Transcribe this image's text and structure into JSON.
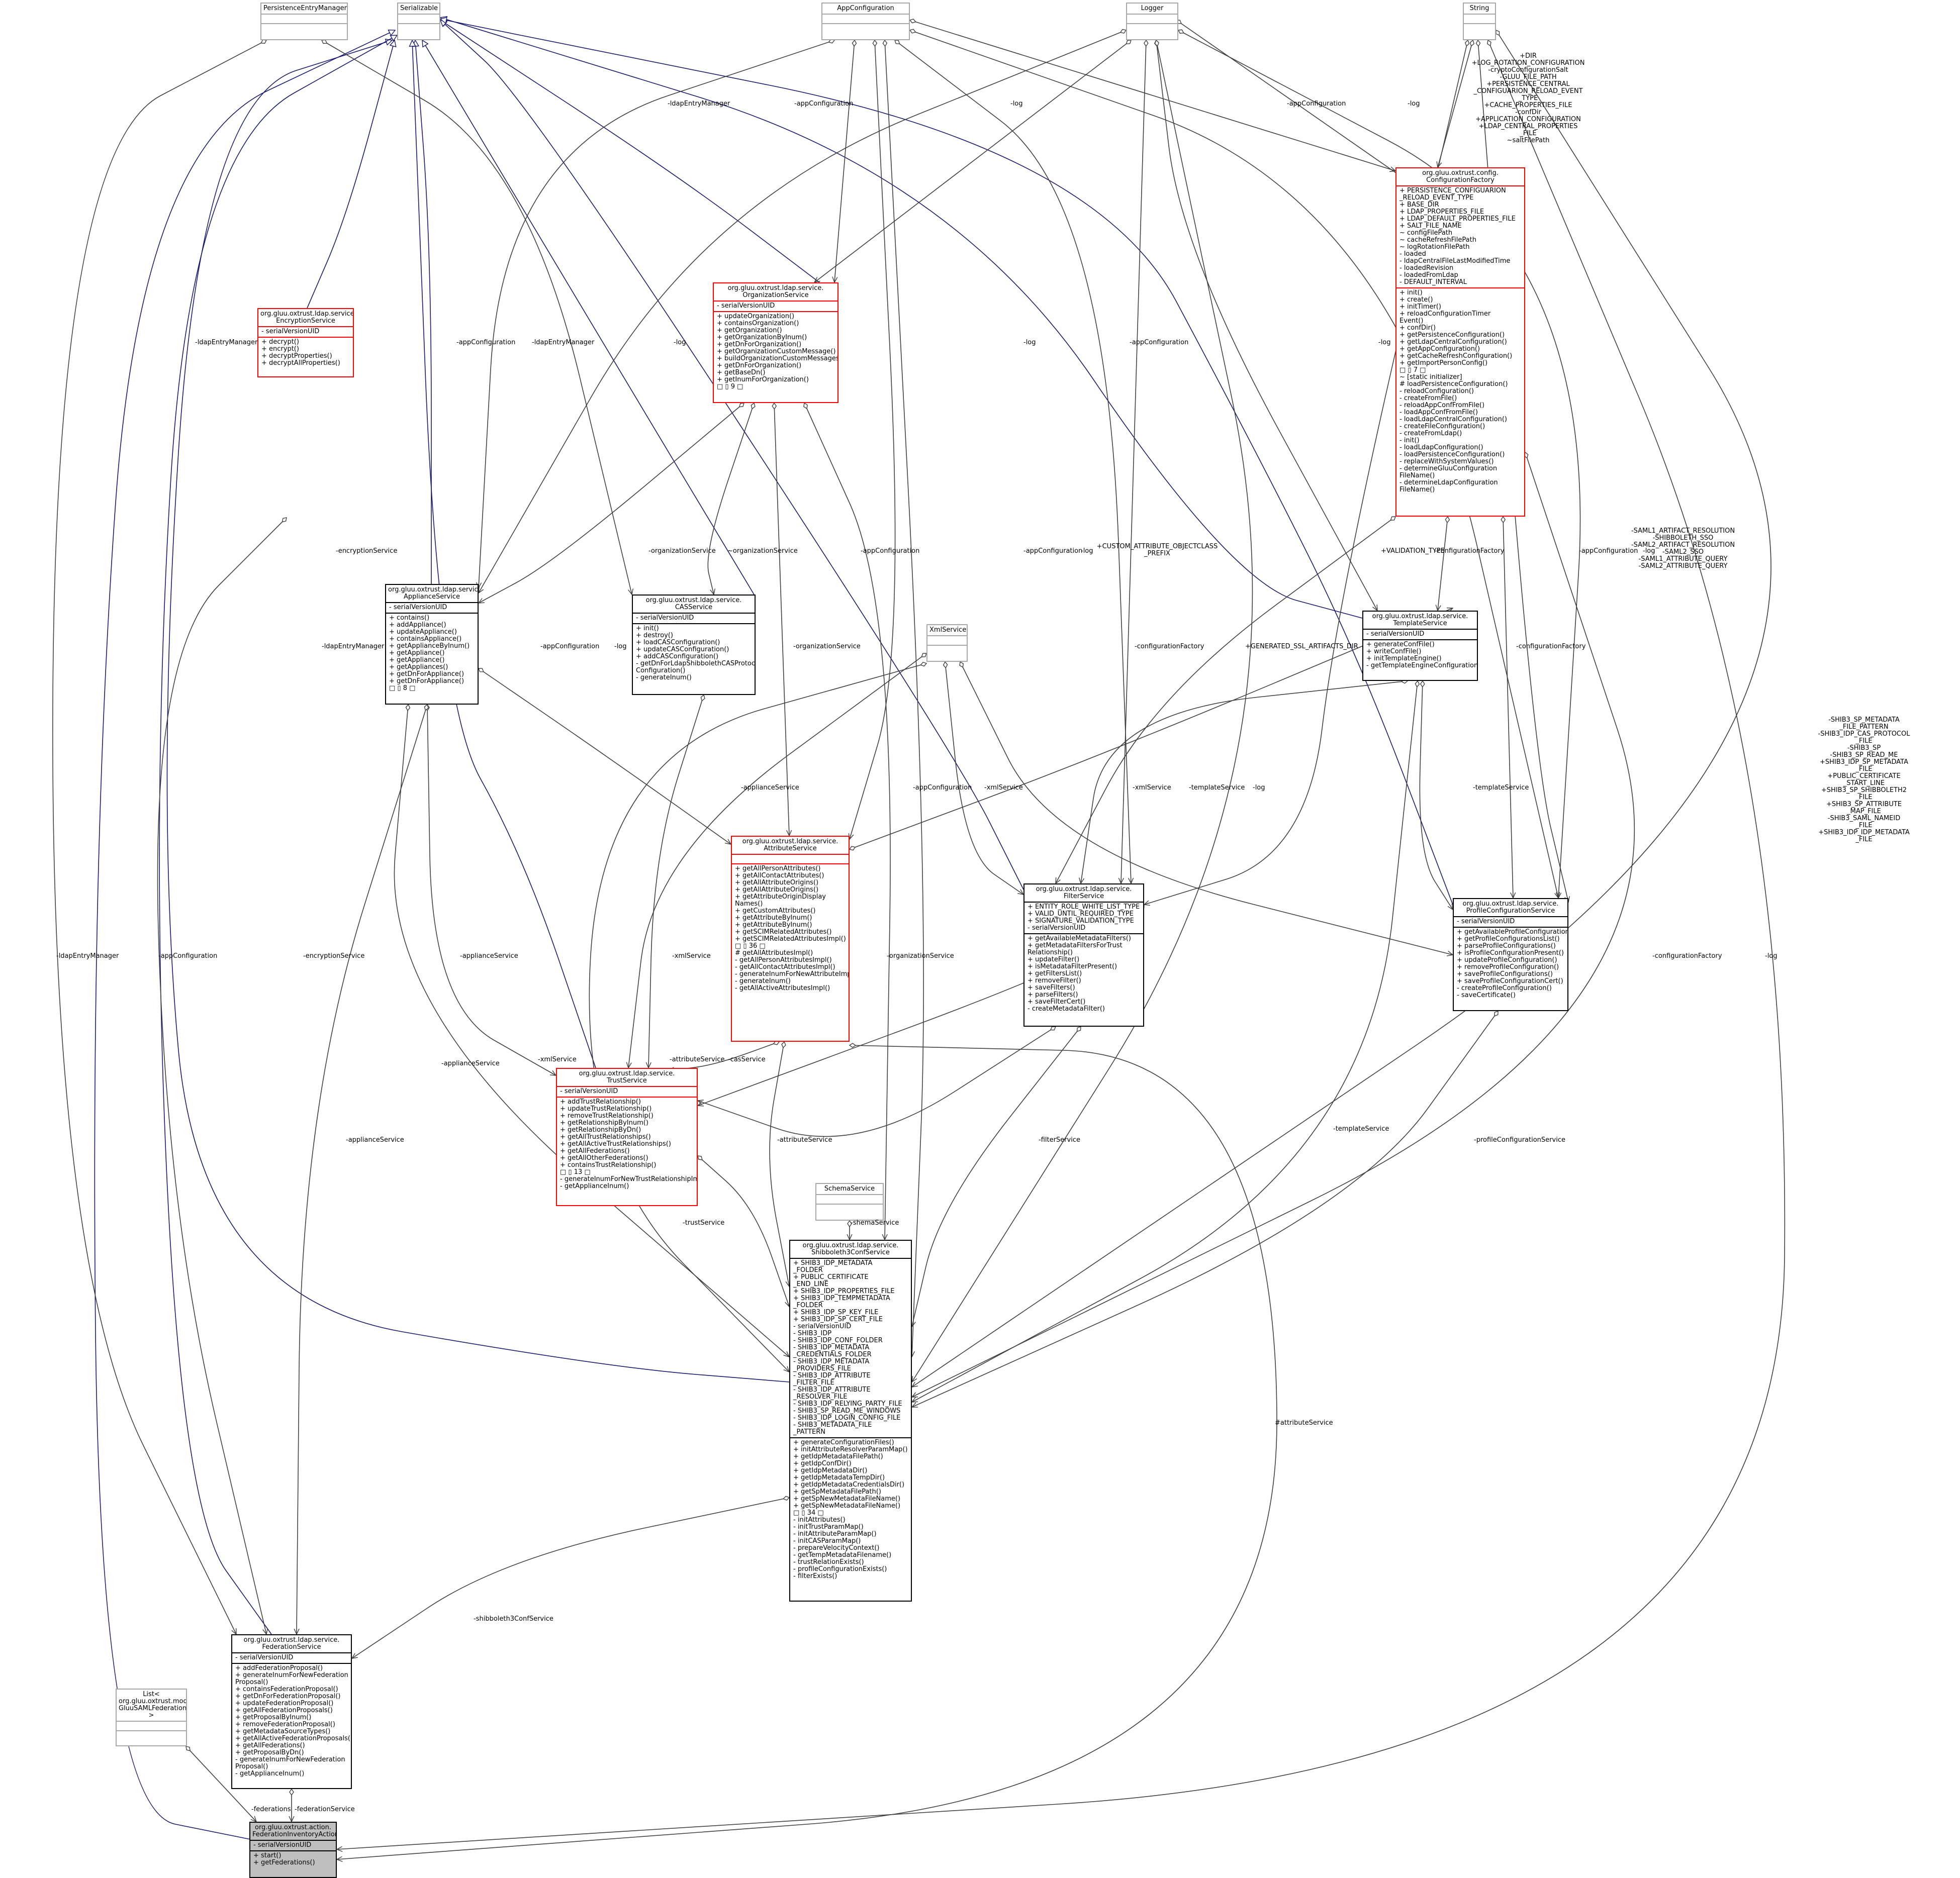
{
  "nodes": [
    {
      "id": "persistenceEntryManager",
      "title": [
        "PersistenceEntryManager"
      ],
      "style": "ext",
      "sections": [
        [],
        []
      ]
    },
    {
      "id": "serializable",
      "title": [
        "Serializable"
      ],
      "style": "ext",
      "sections": [
        [],
        []
      ]
    },
    {
      "id": "appConfiguration",
      "title": [
        "AppConfiguration"
      ],
      "style": "ext",
      "sections": [
        [],
        []
      ]
    },
    {
      "id": "logger",
      "title": [
        "Logger"
      ],
      "style": "ext",
      "sections": [
        [],
        []
      ]
    },
    {
      "id": "string",
      "title": [
        "String"
      ],
      "style": "ext",
      "sections": [
        [],
        []
      ]
    },
    {
      "id": "encryptionService",
      "title": [
        "org.gluu.oxtrust.ldap.service.",
        "EncryptionService"
      ],
      "style": "red",
      "sections": [
        [
          "- serialVersionUID"
        ],
        [
          "+ decrypt()",
          "+ encrypt()",
          "+ decryptProperties()",
          "+ decryptAllProperties()"
        ]
      ]
    },
    {
      "id": "organizationService",
      "title": [
        "org.gluu.oxtrust.ldap.service.",
        "OrganizationService"
      ],
      "style": "red",
      "sections": [
        [
          "- serialVersionUID"
        ],
        [
          "+ updateOrganization()",
          "+ containsOrganization()",
          "+ getOrganization()",
          "+ getOrganizationByInum()",
          "+ getDnForOrganization()",
          "+ getOrganizationCustomMessage()",
          "+ buildOrganizationCustomMessages()",
          "+ getDnForOrganization()",
          "+ getBaseDn()",
          "+ getInumForOrganization()",
          "□ ▯ 9 □"
        ]
      ]
    },
    {
      "id": "configurationFactory",
      "title": [
        "org.gluu.oxtrust.config.",
        "ConfigurationFactory"
      ],
      "style": "red",
      "sections": [
        [
          "+ PERSISTENCE_CONFIGUARION",
          "_RELOAD_EVENT_TYPE",
          "+ BASE_DIR",
          "+ LDAP_PROPERTIES_FILE",
          "+ LDAP_DEFAULT_PROPERTIES_FILE",
          "+ SALT_FILE_NAME",
          "~ configFilePath",
          "~ cacheRefreshFilePath",
          "~ logRotationFilePath",
          "- loaded",
          "- ldapCentralFileLastModifiedTime",
          "- loadedRevision",
          "- loadedFromLdap",
          "- DEFAULT_INTERVAL"
        ],
        [
          "+ init()",
          "+ create()",
          "+ initTimer()",
          "+ reloadConfigurationTimer",
          "Event()",
          "+ confDir()",
          "+ getPersistenceConfiguration()",
          "+ getLdapCentralConfiguration()",
          "+ getAppConfiguration()",
          "+ getCacheRefreshConfiguration()",
          "+ getImportPersonConfig()",
          "□ ▯ 7 □",
          "~ [static initializer]",
          "# loadPersistenceConfiguration()",
          "- reloadConfiguration()",
          "- createFromFile()",
          "- reloadAppConfFromFile()",
          "- loadAppConfFromFile()",
          "- loadLdapCentralConfiguration()",
          "- createFileConfiguration()",
          "- createFromLdap()",
          "- init()",
          "- loadLdapConfiguration()",
          "- loadPersistenceConfiguration()",
          "- replaceWithSystemValues()",
          "- determineGluuConfiguration",
          "FileName()",
          "- determineLdapConfiguration",
          "FileName()"
        ]
      ]
    },
    {
      "id": "applianceService",
      "title": [
        "org.gluu.oxtrust.ldap.service.",
        "ApplianceService"
      ],
      "style": "black",
      "sections": [
        [
          "- serialVersionUID"
        ],
        [
          "+ contains()",
          "+ addAppliance()",
          "+ updateAppliance()",
          "+ containsAppliance()",
          "+ getApplianceByInum()",
          "+ getAppliance()",
          "+ getAppliance()",
          "+ getAppliances()",
          "+ getDnForAppliance()",
          "+ getDnForAppliance()",
          "□ ▯ 8 □"
        ]
      ]
    },
    {
      "id": "casService",
      "title": [
        "org.gluu.oxtrust.ldap.service.",
        "CASService"
      ],
      "style": "black",
      "sections": [
        [
          "- serialVersionUID"
        ],
        [
          "+ init()",
          "+ destroy()",
          "+ loadCASConfiguration()",
          "+ updateCASConfiguration()",
          "+ addCASConfiguration()",
          "- getDnForLdapShibbolethCASProtocol",
          "Configuration()",
          "- generateInum()"
        ]
      ]
    },
    {
      "id": "templateService",
      "title": [
        "org.gluu.oxtrust.ldap.service.",
        "TemplateService"
      ],
      "style": "black",
      "sections": [
        [
          "- serialVersionUID"
        ],
        [
          "+ generateConfFile()",
          "+ writeConfFile()",
          "+ initTemplateEngine()",
          "- getTemplateEngineConfiguration()"
        ]
      ]
    },
    {
      "id": "xmlService",
      "title": [
        "XmlService"
      ],
      "style": "ext",
      "sections": [
        [],
        []
      ]
    },
    {
      "id": "attributeService",
      "title": [
        "org.gluu.oxtrust.ldap.service.",
        "AttributeService"
      ],
      "style": "red",
      "sections": [
        [],
        [
          "+ getAllPersonAttributes()",
          "+ getAllContactAttributes()",
          "+ getAllAttributeOrigins()",
          "+ getAllAttributeOrigins()",
          "+ getAttributeOriginDisplay",
          "Names()",
          "+ getCustomAttributes()",
          "+ getAttributeByInum()",
          "+ getAttributeByInum()",
          "+ getSCIMRelatedAttributes()",
          "+ getSCIMRelatedAttributesImpl()",
          "□ ▯ 36 □",
          "# getAllAttributesImpl()",
          "- getAllPersonAttributesImpl()",
          "- getAllContactAttributesImpl()",
          "- generateInumForNewAttributeImpl()",
          "- generateInum()",
          "- getAllActiveAttributesImpl()"
        ]
      ]
    },
    {
      "id": "filterService",
      "title": [
        "org.gluu.oxtrust.ldap.service.",
        "FilterService"
      ],
      "style": "black",
      "sections": [
        [
          "+ ENTITY_ROLE_WHITE_LIST_TYPE",
          "+ VALID_UNTIL_REQUIRED_TYPE",
          "+ SIGNATURE_VALIDATION_TYPE",
          "- serialVersionUID"
        ],
        [
          "+ getAvailableMetadataFilters()",
          "+ getMetadataFiltersForTrust",
          "Relationship()",
          "+ updateFilter()",
          "+ isMetadataFilterPresent()",
          "+ getFiltersList()",
          "+ removeFilter()",
          "+ saveFilters()",
          "+ parseFilters()",
          "+ saveFilterCert()",
          "- createMetadataFilter()"
        ]
      ]
    },
    {
      "id": "profileConfigurationService",
      "title": [
        "org.gluu.oxtrust.ldap.service.",
        "ProfileConfigurationService"
      ],
      "style": "black",
      "sections": [
        [
          "- serialVersionUID"
        ],
        [
          "+ getAvailableProfileConfigurations()",
          "+ getProfileConfigurationsList()",
          "+ parseProfileConfigurations()",
          "+ isProfileConfigurationPresent()",
          "+ updateProfileConfiguration()",
          "+ removeProfileConfiguration()",
          "+ saveProfileConfigurations()",
          "+ saveProfileConfigurationCert()",
          "- createProfileConfiguration()",
          "- saveCertificate()"
        ]
      ]
    },
    {
      "id": "trustService",
      "title": [
        "org.gluu.oxtrust.ldap.service.",
        "TrustService"
      ],
      "style": "red",
      "sections": [
        [
          "- serialVersionUID"
        ],
        [
          "+ addTrustRelationship()",
          "+ updateTrustRelationship()",
          "+ removeTrustRelationship()",
          "+ getRelationshipByInum()",
          "+ getRelationshipByDn()",
          "+ getAllTrustRelationships()",
          "+ getAllActiveTrustRelationships()",
          "+ getAllFederations()",
          "+ getAllOtherFederations()",
          "+ containsTrustRelationship()",
          "□ ▯ 13 □",
          "- generateInumForNewTrustRelationshipImpl()",
          "- getApplianceInum()"
        ]
      ]
    },
    {
      "id": "schemaService",
      "title": [
        "SchemaService"
      ],
      "style": "ext",
      "sections": [
        [],
        []
      ]
    },
    {
      "id": "shibboleth3ConfService",
      "title": [
        "org.gluu.oxtrust.ldap.service.",
        "Shibboleth3ConfService"
      ],
      "style": "black",
      "sections": [
        [
          "+ SHIB3_IDP_METADATA",
          "_FOLDER",
          "+ PUBLIC_CERTIFICATE",
          "_END_LINE",
          "+ SHIB3_IDP_PROPERTIES_FILE",
          "+ SHIB3_IDP_TEMPMETADATA",
          "_FOLDER",
          "+ SHIB3_IDP_SP_KEY_FILE",
          "+ SHIB3_IDP_SP_CERT_FILE",
          "- serialVersionUID",
          "- SHIB3_IDP",
          "- SHIB3_IDP_CONF_FOLDER",
          "- SHIB3_IDP_METADATA",
          "_CREDENTIALS_FOLDER",
          "- SHIB3_IDP_METADATA",
          "_PROVIDERS_FILE",
          "- SHIB3_IDP_ATTRIBUTE",
          "_FILTER_FILE",
          "- SHIB3_IDP_ATTRIBUTE",
          "_RESOLVER_FILE",
          "- SHIB3_IDP_RELYING_PARTY_FILE",
          "- SHIB3_SP_READ_ME_WINDOWS",
          "- SHIB3_IDP_LOGIN_CONFIG_FILE",
          "- SHIB3_METADATA_FILE",
          "_PATTERN"
        ],
        [
          "+ generateConfigurationFiles()",
          "+ initAttributeResolverParamMap()",
          "+ getIdpMetadataFilePath()",
          "+ getIdpConfDir()",
          "+ getIdpMetadataDir()",
          "+ getIdpMetadataTempDir()",
          "+ getIdpMetadataCredentialsDir()",
          "+ getSpMetadataFilePath()",
          "+ getSpNewMetadataFileName()",
          "+ getSpNewMetadataFileName()",
          "□ ▯ 34 □",
          "- initAttributes()",
          "- initTrustParamMap()",
          "- initAttributeParamMap()",
          "- initCASParamMap()",
          "- prepareVelocityContext()",
          "- getTempMetadataFilename()",
          "- trustRelationExists()",
          "- profileConfigurationExists()",
          "- filterExists()"
        ]
      ]
    },
    {
      "id": "federationService",
      "title": [
        "org.gluu.oxtrust.ldap.service.",
        "FederationService"
      ],
      "style": "black",
      "sections": [
        [
          "- serialVersionUID"
        ],
        [
          "+ addFederationProposal()",
          "+ generateInumForNewFederation",
          "Proposal()",
          "+ containsFederationProposal()",
          "+ getDnForFederationProposal()",
          "+ updateFederationProposal()",
          "+ getAllFederationProposals()",
          "+ getProposalByInum()",
          "+ removeFederationProposal()",
          "+ getMetadataSourceTypes()",
          "+ getAllActiveFederationProposals()",
          "+ getAllFederations()",
          "+ getProposalByDn()",
          "- generateInumForNewFederation",
          "Proposal()",
          "- getApplianceInum()"
        ]
      ]
    },
    {
      "id": "listProposal",
      "title": [
        "List< org.gluu.oxtrust.model.",
        "GluuSAMLFederationProposal >"
      ],
      "style": "ext",
      "sections": [
        [],
        []
      ]
    },
    {
      "id": "federationInventoryAction",
      "title": [
        "org.gluu.oxtrust.action.",
        "FederationInventoryAction"
      ],
      "style": "focus",
      "sections": [
        [
          "- serialVersionUID"
        ],
        [
          "+ start()",
          "+ getFederations()"
        ]
      ]
    }
  ],
  "edge_labels": [
    {
      "id": "l1",
      "lines": [
        "-ldapEntryManager"
      ]
    },
    {
      "id": "l2",
      "lines": [
        "-appConfiguration"
      ]
    },
    {
      "id": "l3",
      "lines": [
        "-log"
      ]
    },
    {
      "id": "l4",
      "lines": [
        "-appConfiguration"
      ]
    },
    {
      "id": "l5",
      "lines": [
        "-log"
      ]
    },
    {
      "id": "l6",
      "lines": [
        "+DIR",
        "+LOG_ROTATION_CONFIGURATION",
        "-cryptoConfigurationSalt",
        "-GLUU_FILE_PATH",
        "+PERSISTENCE_CENTRAL",
        "_CONFIGUARION_RELOAD_EVENT",
        "_TYPE",
        "+CACHE_PROPERTIES_FILE",
        "-confDir",
        "+APPLICATION_CONFIGURATION",
        "+LDAP_CENTRAL_PROPERTIES",
        "_FILE",
        "~saltFilePath"
      ]
    },
    {
      "id": "l7",
      "lines": [
        "-ldapEntryManager"
      ]
    },
    {
      "id": "l8",
      "lines": [
        "-appConfiguration"
      ]
    },
    {
      "id": "l9",
      "lines": [
        "-ldapEntryManager"
      ]
    },
    {
      "id": "l10",
      "lines": [
        "-log"
      ]
    },
    {
      "id": "l11",
      "lines": [
        "-log"
      ]
    },
    {
      "id": "l12",
      "lines": [
        "-appConfiguration"
      ]
    },
    {
      "id": "l13",
      "lines": [
        "-log"
      ]
    },
    {
      "id": "l14",
      "lines": [
        "-encryptionService"
      ]
    },
    {
      "id": "l15",
      "lines": [
        "-organizationService"
      ]
    },
    {
      "id": "l16",
      "lines": [
        "~organizationService"
      ]
    },
    {
      "id": "l17",
      "lines": [
        "-appConfiguration"
      ]
    },
    {
      "id": "l18",
      "lines": [
        "-appConfiguration"
      ]
    },
    {
      "id": "l19",
      "lines": [
        "-log"
      ]
    },
    {
      "id": "l20",
      "lines": [
        "+CUSTOM_ATTRIBUTE_OBJECTCLASS",
        "_PREFIX"
      ]
    },
    {
      "id": "l21",
      "lines": [
        "+VALIDATION_TYPE"
      ]
    },
    {
      "id": "l22",
      "lines": [
        "-configurationFactory"
      ]
    },
    {
      "id": "l23",
      "lines": [
        "-appConfiguration"
      ]
    },
    {
      "id": "l24",
      "lines": [
        "-log"
      ]
    },
    {
      "id": "l25",
      "lines": [
        "-SAML1_ARTIFACT_RESOLUTION",
        "-SHIBBOLETH_SSO",
        "-SAML2_ARTIFACT_RESOLUTION",
        "-SAML2_SSO",
        "-SAML1_ATTRIBUTE_QUERY",
        "-SAML2_ATTRIBUTE_QUERY"
      ]
    },
    {
      "id": "l26",
      "lines": [
        "-ldapEntryManager"
      ]
    },
    {
      "id": "l27",
      "lines": [
        "-appConfiguration"
      ]
    },
    {
      "id": "l28",
      "lines": [
        "-log"
      ]
    },
    {
      "id": "l29",
      "lines": [
        "-organizationService"
      ]
    },
    {
      "id": "l30",
      "lines": [
        "-configurationFactory"
      ]
    },
    {
      "id": "l31",
      "lines": [
        "+GENERATED_SSL_ARTIFACTS_DIR"
      ]
    },
    {
      "id": "l32",
      "lines": [
        "-configurationFactory"
      ]
    },
    {
      "id": "l33",
      "lines": [
        "-SHIB3_SP_METADATA",
        "_FILE_PATTERN",
        "-SHIB3_IDP_CAS_PROTOCOL",
        "_FILE",
        "-SHIB3_SP",
        "-SHIB3_SP_READ_ME",
        "+SHIB3_IDP_SP_METADATA",
        "_FILE",
        "+PUBLIC_CERTIFICATE",
        "_START_LINE",
        "+SHIB3_SP_SHIBBOLETH2",
        "_FILE",
        "+SHIB3_SP_ATTRIBUTE",
        "_MAP_FILE",
        "-SHIB3_SAML_NAMEID",
        "_FILE",
        "+SHIB3_IDP_IDP_METADATA",
        "_FILE"
      ]
    },
    {
      "id": "l34",
      "lines": [
        "-applianceService"
      ]
    },
    {
      "id": "l35",
      "lines": [
        "-appConfiguration"
      ]
    },
    {
      "id": "l36",
      "lines": [
        "-xmlService"
      ]
    },
    {
      "id": "l37",
      "lines": [
        "-xmlService"
      ]
    },
    {
      "id": "l38",
      "lines": [
        "-templateService"
      ]
    },
    {
      "id": "l39",
      "lines": [
        "-log"
      ]
    },
    {
      "id": "l40",
      "lines": [
        "-templateService"
      ]
    },
    {
      "id": "l41",
      "lines": [
        "-ldapEntryManager"
      ]
    },
    {
      "id": "l42",
      "lines": [
        "-appConfiguration"
      ]
    },
    {
      "id": "l43",
      "lines": [
        "-encryptionService"
      ]
    },
    {
      "id": "l44",
      "lines": [
        "-applianceService"
      ]
    },
    {
      "id": "l45",
      "lines": [
        "-xmlService"
      ]
    },
    {
      "id": "l46",
      "lines": [
        "-organizationService"
      ]
    },
    {
      "id": "l47",
      "lines": [
        "-configurationFactory"
      ]
    },
    {
      "id": "l48",
      "lines": [
        "-log"
      ]
    },
    {
      "id": "l49",
      "lines": [
        "-applianceService"
      ]
    },
    {
      "id": "l50",
      "lines": [
        "-xmlService"
      ]
    },
    {
      "id": "l51",
      "lines": [
        "-attributeService"
      ]
    },
    {
      "id": "l52",
      "lines": [
        "-casService"
      ]
    },
    {
      "id": "l53",
      "lines": [
        "-applianceService"
      ]
    },
    {
      "id": "l54",
      "lines": [
        "-attributeService"
      ]
    },
    {
      "id": "l55",
      "lines": [
        "-filterService"
      ]
    },
    {
      "id": "l56",
      "lines": [
        "-templateService"
      ]
    },
    {
      "id": "l57",
      "lines": [
        "-profileConfigurationService"
      ]
    },
    {
      "id": "l58",
      "lines": [
        "-shemaService"
      ]
    },
    {
      "id": "l59",
      "lines": [
        "-trustService"
      ]
    },
    {
      "id": "l60",
      "lines": [
        "#attributeService"
      ]
    },
    {
      "id": "l61",
      "lines": [
        "-shibboleth3ConfService"
      ]
    },
    {
      "id": "l62",
      "lines": [
        "-federations"
      ]
    },
    {
      "id": "l63",
      "lines": [
        "-federationService"
      ]
    }
  ],
  "colors": {
    "navy_edge": "#191970",
    "grey_edge": "#404040",
    "red_border": "#ff0000",
    "focus_fill": "#bfbfbf"
  }
}
